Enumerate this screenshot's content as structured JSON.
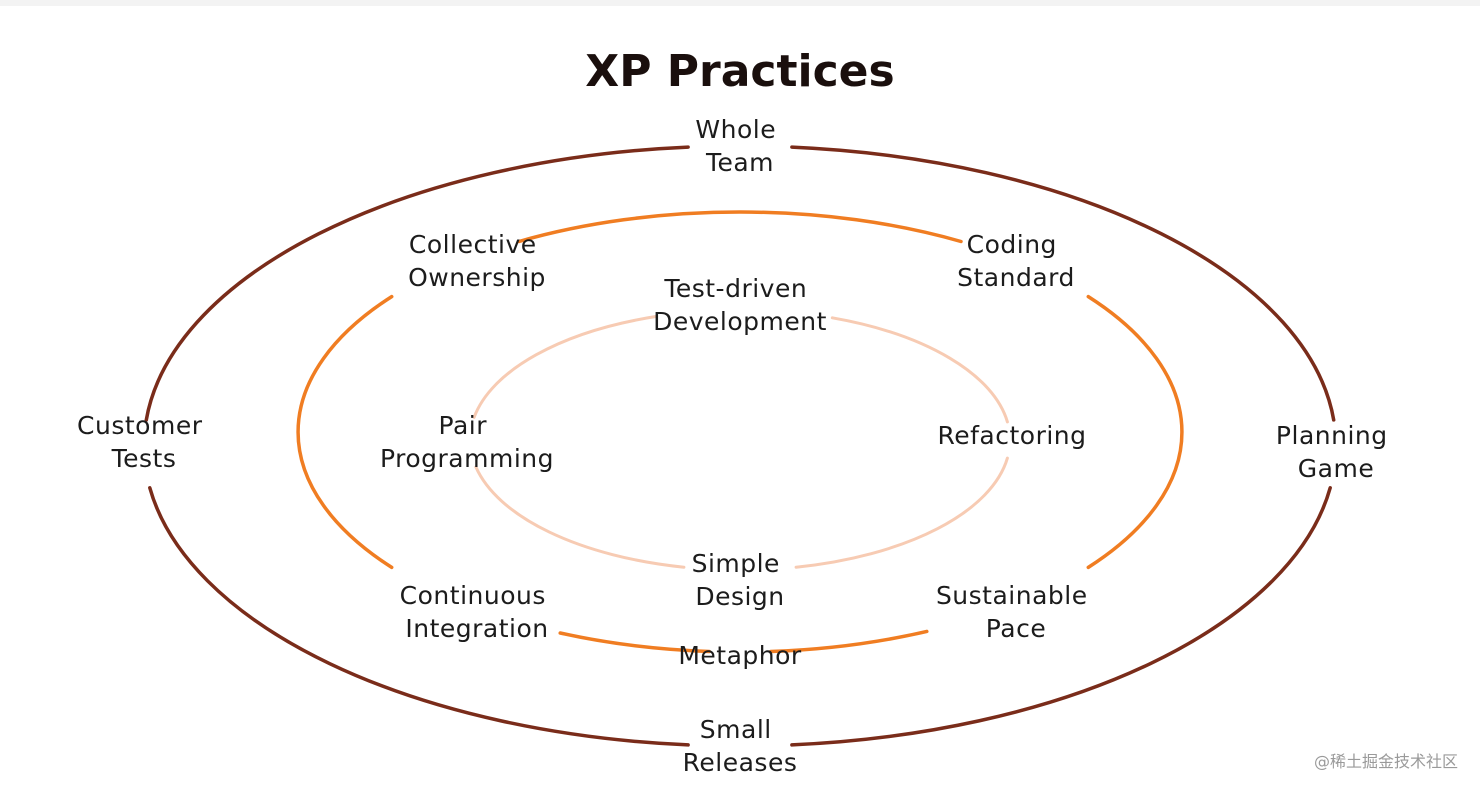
{
  "title": "XP Practices",
  "watermark": "@稀土掘金技术社区",
  "colors": {
    "outer_ring": "#7a2c1a",
    "middle_ring": "#f07d22",
    "inner_ring": "#f7cbb3",
    "text": "#1c1c1c"
  },
  "rings": {
    "outer": {
      "practices": [
        {
          "lines": [
            "Whole",
            "Team"
          ]
        },
        {
          "lines": [
            "Planning",
            "Game"
          ]
        },
        {
          "lines": [
            "Small",
            "Releases"
          ]
        },
        {
          "lines": [
            "Customer",
            "Tests"
          ]
        }
      ]
    },
    "middle": {
      "practices": [
        {
          "lines": [
            "Collective",
            "Ownership"
          ]
        },
        {
          "lines": [
            "Coding",
            "Standard"
          ]
        },
        {
          "lines": [
            "Sustainable",
            "Pace"
          ]
        },
        {
          "lines": [
            "Metaphor"
          ]
        },
        {
          "lines": [
            "Continuous",
            "Integration"
          ]
        }
      ]
    },
    "inner": {
      "practices": [
        {
          "lines": [
            "Test-driven",
            "Development"
          ]
        },
        {
          "lines": [
            "Refactoring"
          ]
        },
        {
          "lines": [
            "Simple",
            "Design"
          ]
        },
        {
          "lines": [
            "Pair",
            "Programming"
          ]
        }
      ]
    }
  }
}
